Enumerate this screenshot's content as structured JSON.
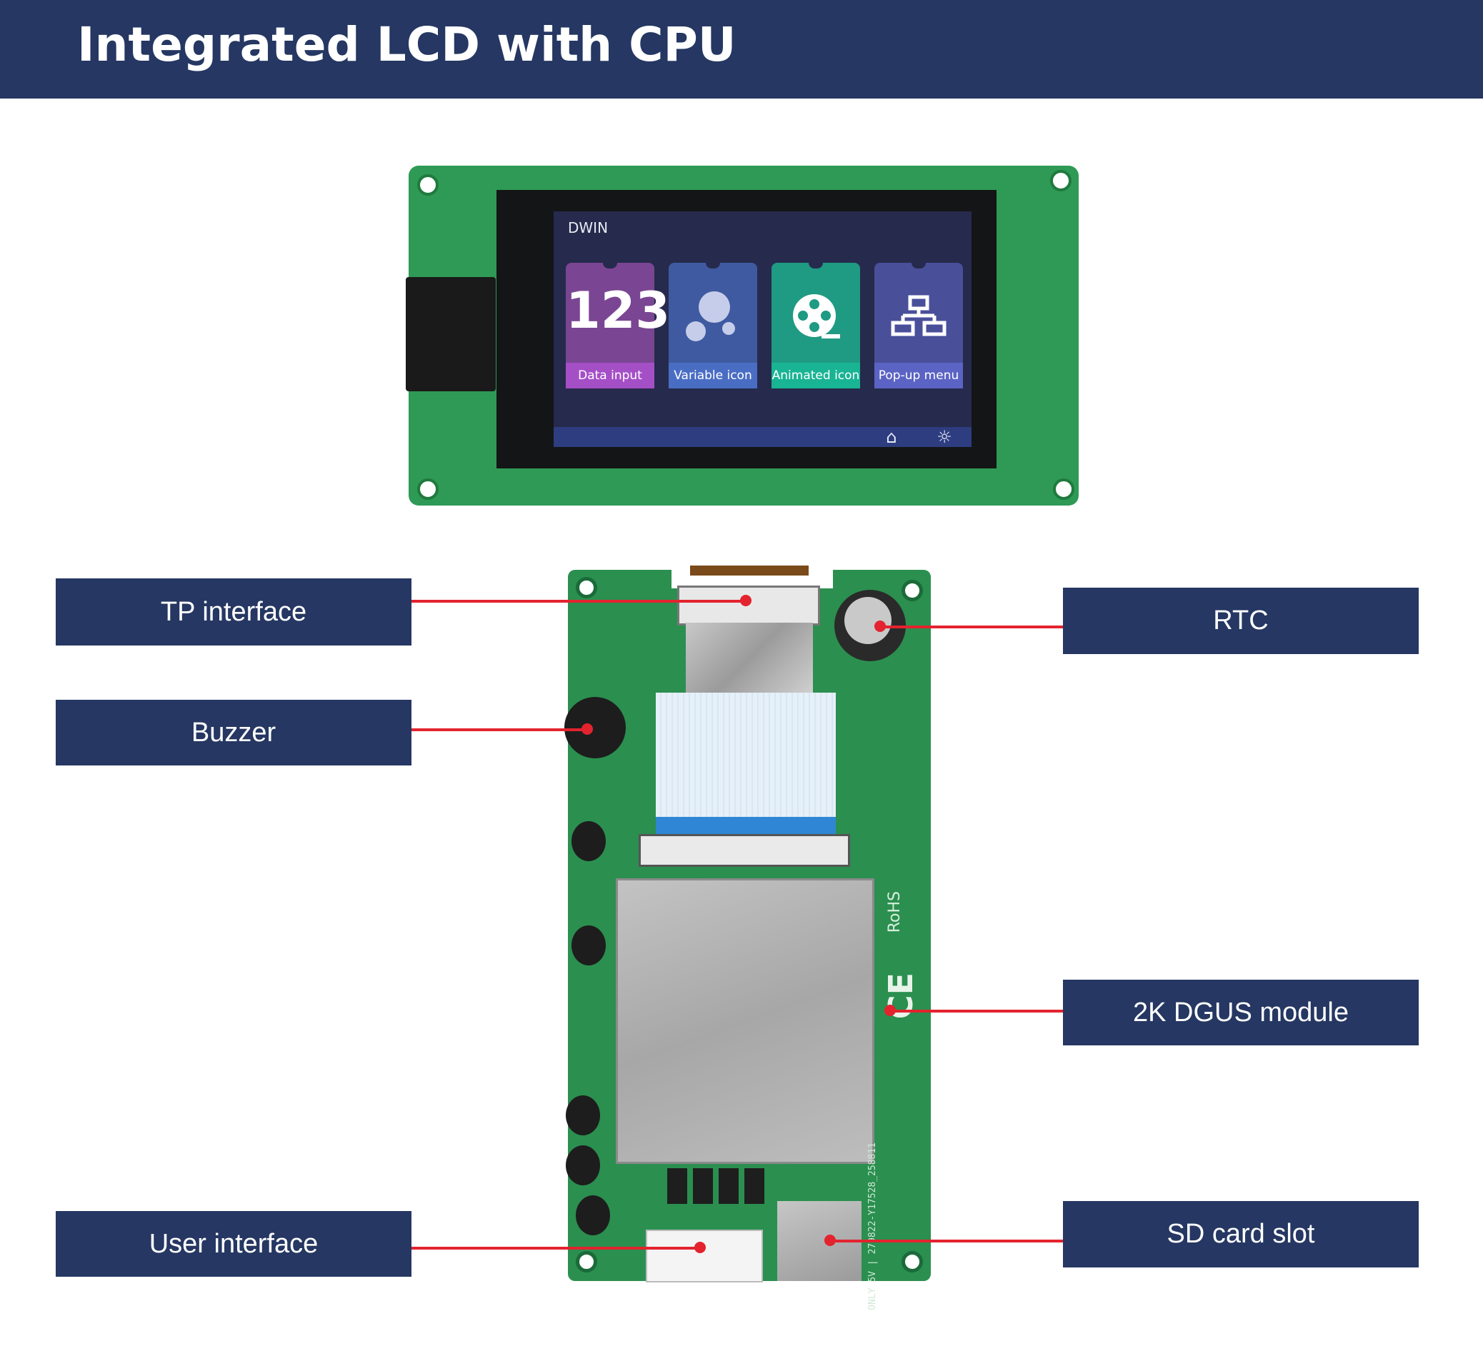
{
  "header": {
    "title": "Integrated LCD with CPU"
  },
  "colors": {
    "navy": "#253762",
    "leader": "#e3232e",
    "pcb_green": "#2b8f4f"
  },
  "lcd_screen": {
    "brand": "DWIN",
    "tiles": [
      {
        "glyph": "123",
        "caption": "Data input",
        "color": "#7a4693",
        "caption_color": "#a54fc7",
        "icon": "number-icon"
      },
      {
        "glyph": "",
        "caption": "Variable icon",
        "color": "#3f5aa0",
        "caption_color": "#4a6dc4",
        "icon": "bubbles-icon"
      },
      {
        "glyph": "",
        "caption": "Animated icon",
        "color": "#1f9a83",
        "caption_color": "#19b494",
        "icon": "film-reel-icon"
      },
      {
        "glyph": "",
        "caption": "Pop-up menu",
        "color": "#4a4f9a",
        "caption_color": "#5b63c4",
        "icon": "hierarchy-icon"
      }
    ],
    "bottom_bar_icons": [
      "home-icon",
      "brightness-icon"
    ]
  },
  "board_silkscreen": {
    "rohs": "RoHS",
    "ce": "CE",
    "serial": "ONLY 5V | 279822-Y17528_258811"
  },
  "callouts": {
    "tp_interface": "TP interface",
    "buzzer": "Buzzer",
    "user_interface": "User interface",
    "rtc": "RTC",
    "dgus_module": "2K DGUS module",
    "sd_card_slot": "SD card slot"
  }
}
